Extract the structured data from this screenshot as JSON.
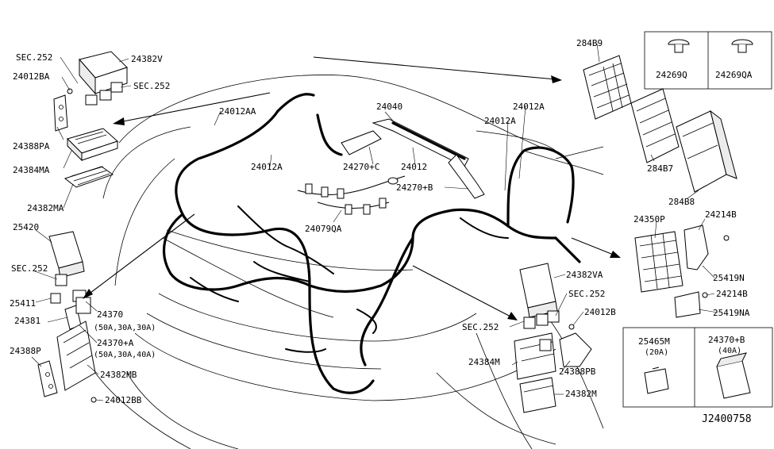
{
  "diagram_id": "J2400758",
  "labels": {
    "sec252_a": "SEC.252",
    "p24382V": "24382V",
    "p24012BA": "24012BA",
    "sec252_b": "SEC.252",
    "p24388PA": "24388PA",
    "p24384MA": "24384MA",
    "p24382MA": "24382MA",
    "p24012AA": "24012AA",
    "p24012A_1": "24012A",
    "p24040": "24040",
    "p24012A_2": "24012A",
    "p24012A_3": "24012A",
    "p24270C": "24270+C",
    "p24012": "24012",
    "p24270B": "24270+B",
    "p24079QA": "24079QA",
    "p284B9": "284B9",
    "p24269Q": "24269Q",
    "p24269QA": "24269QA",
    "p284B7": "284B7",
    "p284B8": "284B8",
    "p24350P": "24350P",
    "p24214B_1": "24214B",
    "p25419N": "25419N",
    "p24214B_2": "24214B",
    "p25419NA": "25419NA",
    "p25420": "25420",
    "sec252_c": "SEC.252",
    "p25411": "25411",
    "p24381": "24381",
    "p24370": "24370",
    "p24370_amps": "(50A,30A,30A)",
    "p24370A": "24370+A",
    "p24370A_amps": "(50A,30A,40A)",
    "p24388P": "24388P",
    "p24382MB": "24382MB",
    "p24012BB": "24012BB",
    "p24382VA": "24382VA",
    "sec252_d": "SEC.252",
    "p24012B": "24012B",
    "sec252_e": "SEC.252",
    "p24384M": "24384M",
    "p24388PB": "24388PB",
    "p24382M": "24382M",
    "p25465M": "25465M",
    "p25465M_amps": "(20A)",
    "p24370B": "24370+B",
    "p24370B_amps": "(40A)"
  }
}
